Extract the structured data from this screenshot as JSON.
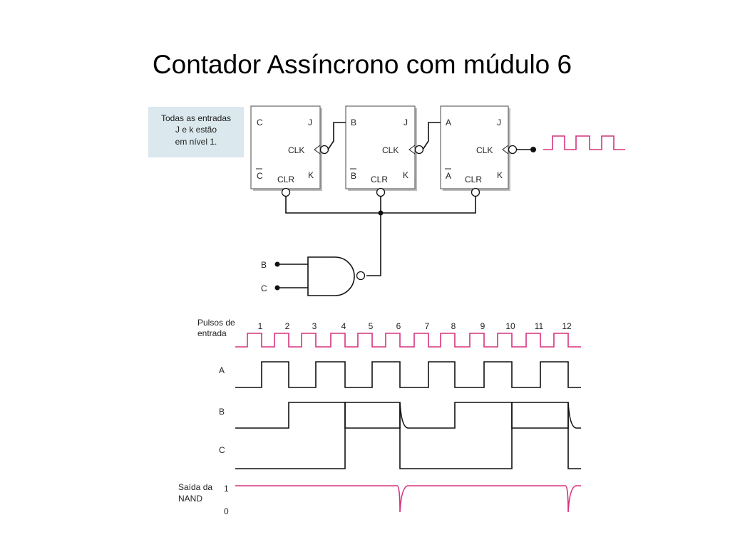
{
  "title": "Contador Assíncrono com múdulo 6",
  "note": {
    "line1": "Todas as entradas",
    "line2": "J e k estão",
    "line3": "em nível 1."
  },
  "flipflops": [
    {
      "q": "C",
      "qbar": "C",
      "j": "J",
      "k": "K",
      "clk": "CLK",
      "clr": "CLR"
    },
    {
      "q": "B",
      "qbar": "B",
      "j": "J",
      "k": "K",
      "clk": "CLK",
      "clr": "CLR"
    },
    {
      "q": "A",
      "qbar": "A",
      "j": "J",
      "k": "K",
      "clk": "CLK",
      "clr": "CLR"
    }
  ],
  "gate_inputs": {
    "b": "B",
    "c": "C"
  },
  "timing": {
    "pulses_label_1": "Pulsos de",
    "pulses_label_2": "entrada",
    "pulse_numbers": [
      "1",
      "2",
      "3",
      "4",
      "5",
      "6",
      "7",
      "8",
      "9",
      "10",
      "11",
      "12"
    ],
    "signal_a": "A",
    "signal_b": "B",
    "signal_c": "C",
    "nand_label_1": "Saída da",
    "nand_label_2": "NAND",
    "level_high": "1",
    "level_low": "0"
  },
  "colors": {
    "clock": "#d6337f",
    "note_bg": "#dbe8ee"
  }
}
